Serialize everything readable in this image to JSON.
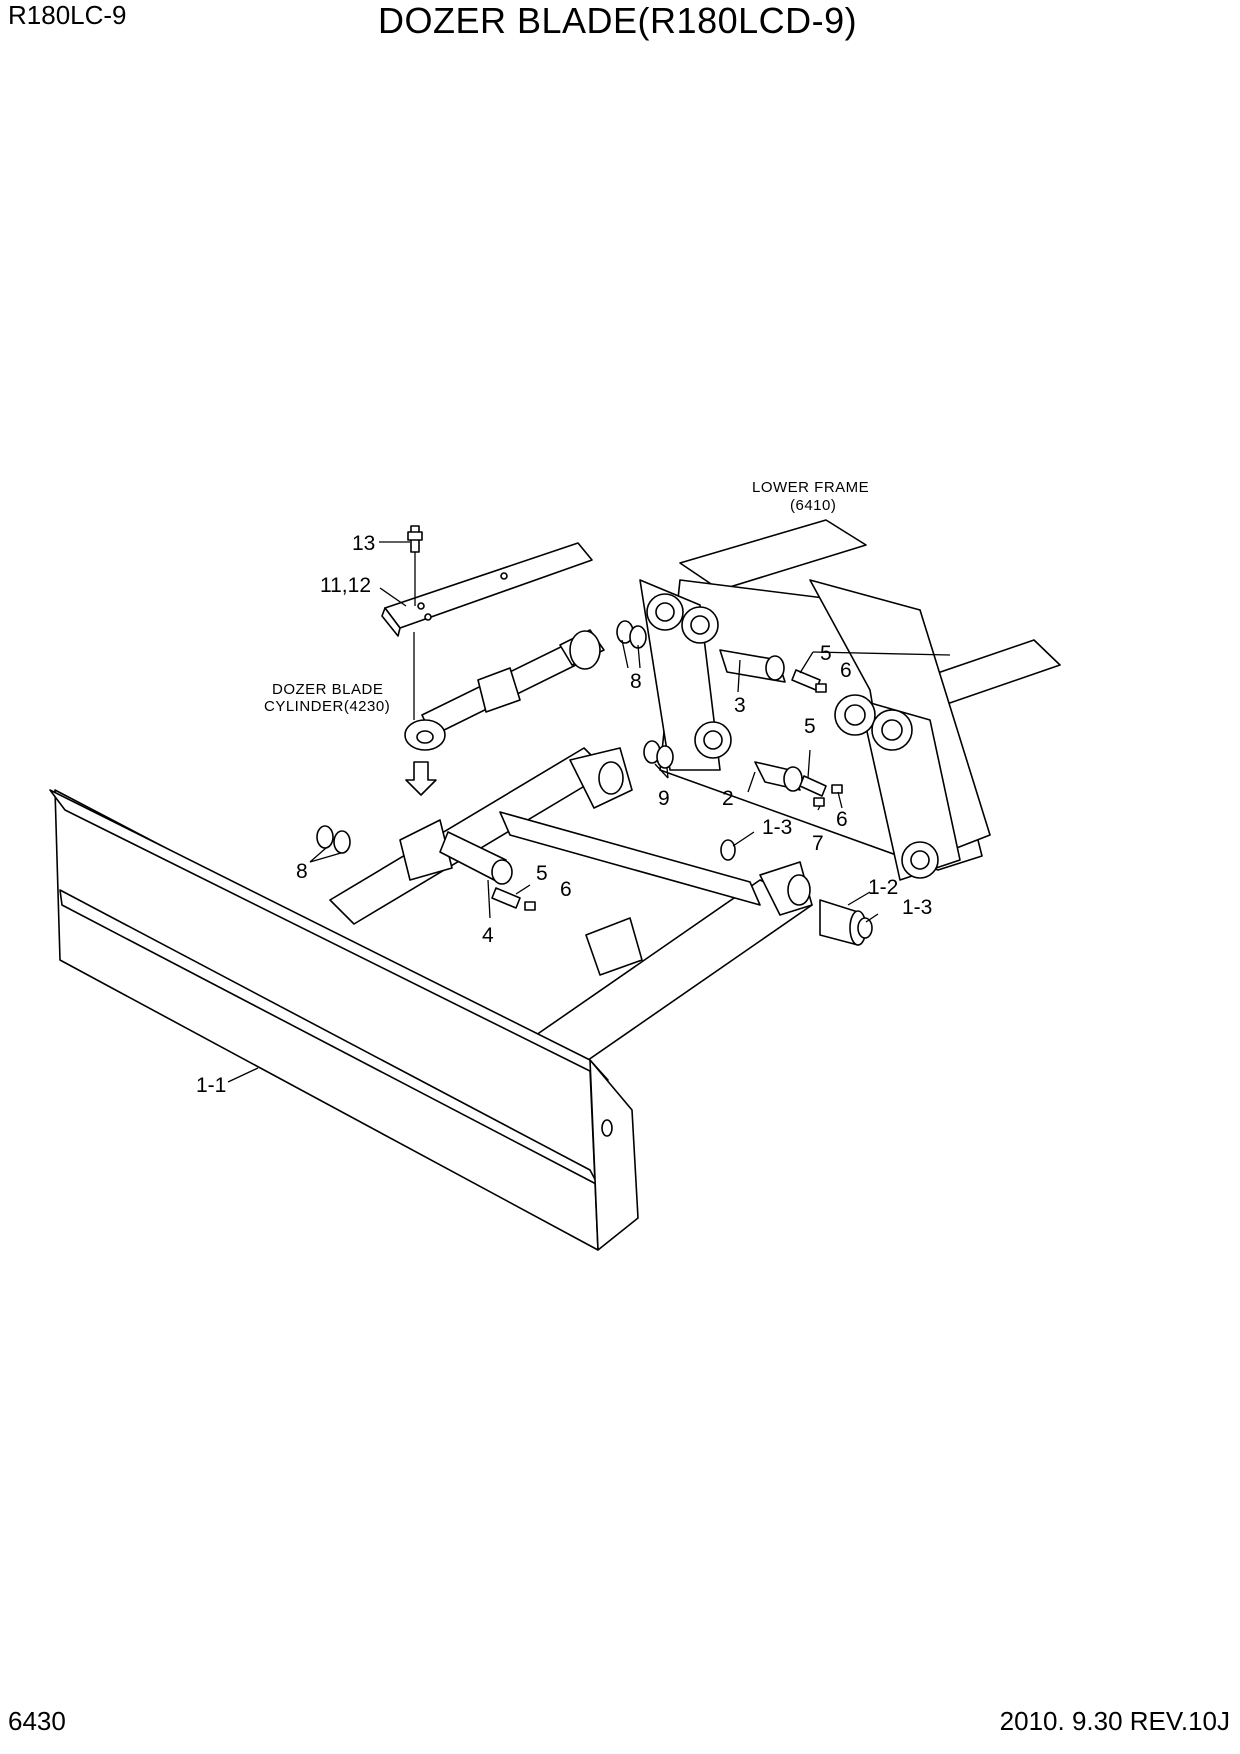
{
  "header": {
    "model": "R180LC-9",
    "title": "DOZER BLADE(R180LCD-9)"
  },
  "footer": {
    "page_number": "6430",
    "revision": "2010. 9.30  REV.10J"
  },
  "notes": {
    "lower_frame": "LOWER FRAME",
    "lower_frame_ref": "(6410)",
    "cylinder": "DOZER BLADE",
    "cylinder_ref": "CYLINDER(4230)"
  },
  "callouts": {
    "c13": "13",
    "c11_12": "11,12",
    "c8_left": "8",
    "c8_right": "8",
    "c9": "9",
    "c5_a": "5",
    "c6_a": "6",
    "c3": "3",
    "c5_b": "5",
    "c2": "2",
    "c6_b": "6",
    "c7": "7",
    "c1_3_a": "1-3",
    "c5_c": "5",
    "c6_c": "6",
    "c4": "4",
    "c1_2": "1-2",
    "c1_3_b": "1-3",
    "c1_1": "1-1"
  }
}
